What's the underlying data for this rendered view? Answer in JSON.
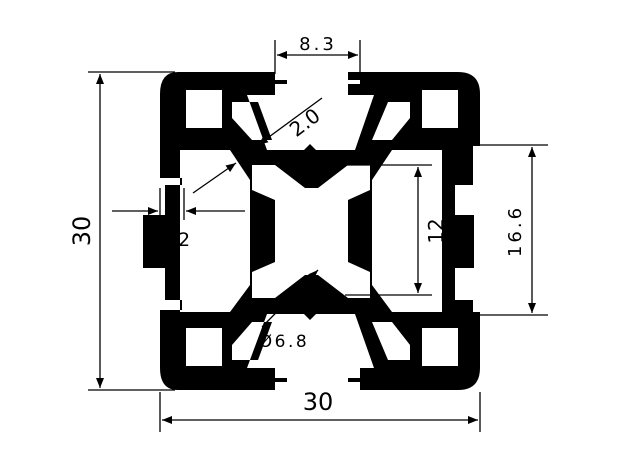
{
  "colors": {
    "profile_fill": "#000000",
    "background": "#ffffff",
    "line": "#000000"
  },
  "dimensions": {
    "width_overall": "30",
    "height_overall": "30",
    "slot_opening": "8.3",
    "wall_thickness_diagonal": "2.0",
    "slot_wall_thickness": "2.2",
    "core_inner_height": "12",
    "slot_outer_height": "16.6",
    "center_bore": "Ø6.8"
  }
}
